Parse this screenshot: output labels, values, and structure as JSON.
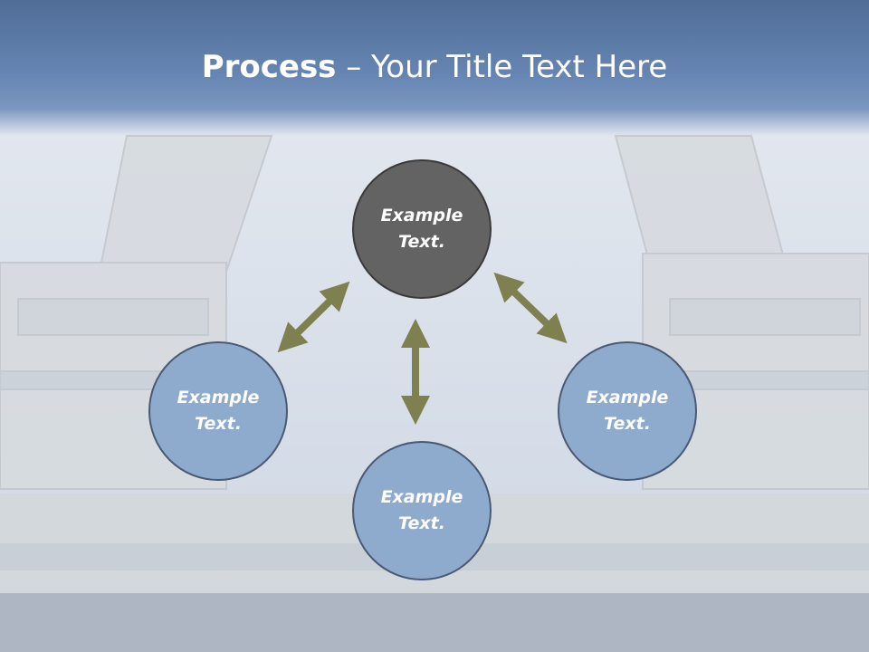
{
  "slide": {
    "title_bold": "Process",
    "title_rest": " – Your Title Text Here"
  },
  "diagram": {
    "nodes": [
      {
        "id": "top",
        "label": "Example\nText.",
        "fill": "#636363"
      },
      {
        "id": "left",
        "label": "Example\nText.",
        "fill": "#8eaacc"
      },
      {
        "id": "right",
        "label": "Example\nText.",
        "fill": "#8eaacc"
      },
      {
        "id": "bottom",
        "label": "Example\nText.",
        "fill": "#8eaacc"
      }
    ],
    "arrow_color": "#7f8050",
    "arrows": [
      "top-left",
      "top-bottom",
      "top-right"
    ]
  }
}
